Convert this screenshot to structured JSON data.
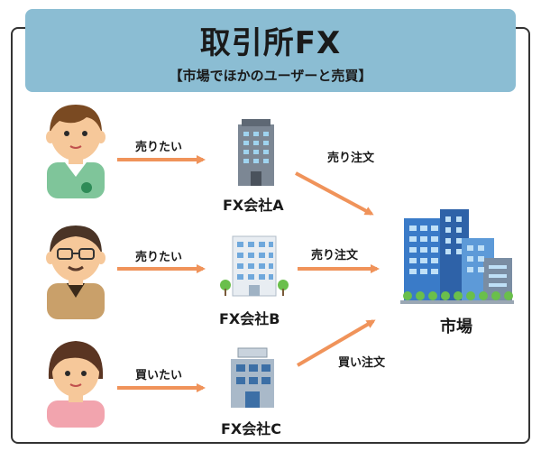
{
  "header": {
    "title": "取引所FX",
    "subtitle": "【市場でほかのユーザーと売買】"
  },
  "people": [
    {
      "action": "売りたい"
    },
    {
      "action": "売りたい"
    },
    {
      "action": "買いたい"
    }
  ],
  "companies": [
    {
      "name": "FX会社A",
      "order": "売り注文"
    },
    {
      "name": "FX会社B",
      "order": "売り注文"
    },
    {
      "name": "FX会社C",
      "order": "買い注文"
    }
  ],
  "market": {
    "label": "市場"
  },
  "colors": {
    "header_bg": "#8bbdd3",
    "arrow": "#f0935a",
    "border": "#333333"
  }
}
